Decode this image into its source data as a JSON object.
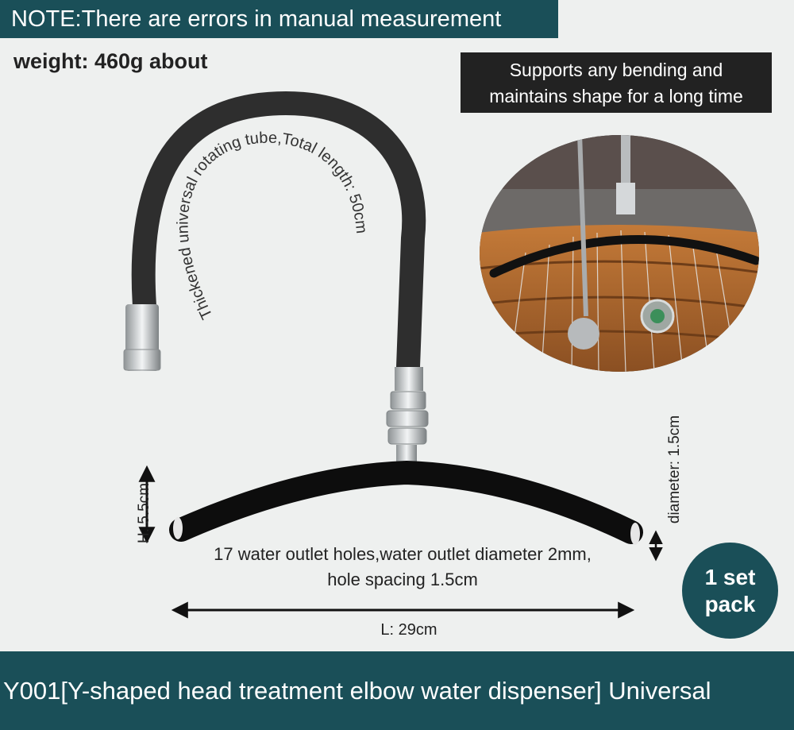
{
  "note": "NOTE:There are errors in manual measurement",
  "weight": "weight: 460g about",
  "support_lines": [
    "Supports any bending and",
    "maintains shape for a long time"
  ],
  "tube_label": "Thickened universal rotating tube,Total length: 50cm",
  "height_label": "H: 5.5cm",
  "diameter_label": "diameter: 1.5cm",
  "holes_lines": [
    "17 water outlet holes,water outlet diameter 2mm,",
    "hole spacing 1.5cm"
  ],
  "length_label": "L: 29cm",
  "badge_lines": [
    "1 set",
    "pack"
  ],
  "footer_title": "Y001[Y-shaped head treatment elbow water dispenser] Universal",
  "colors": {
    "accent": "#1a4f58",
    "background": "#eef0ef",
    "hose": "#2e2e2e"
  }
}
